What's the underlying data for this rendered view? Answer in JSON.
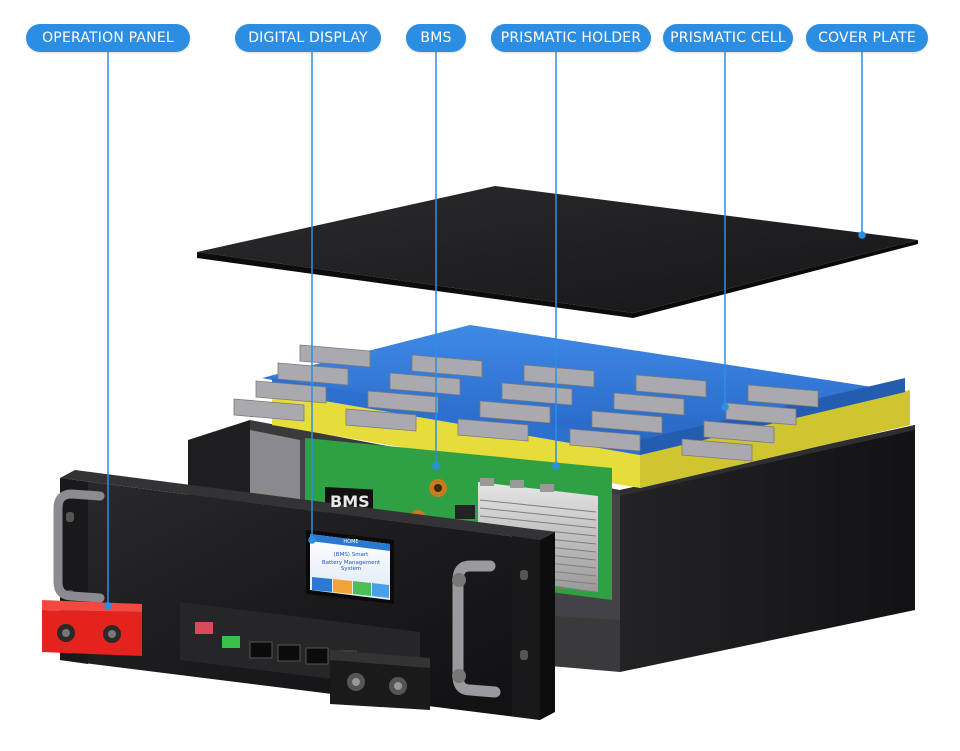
{
  "labels": [
    {
      "id": "operation-panel",
      "text": "OPERATION PANEL"
    },
    {
      "id": "digital-display",
      "text": "DIGITAL DISPLAY"
    },
    {
      "id": "bms",
      "text": "BMS"
    },
    {
      "id": "prismatic-holder",
      "text": "PRISMATIC HOLDER"
    },
    {
      "id": "prismatic-cell",
      "text": "PRISMATIC CELL"
    },
    {
      "id": "cover-plate",
      "text": "COVER PLATE"
    }
  ],
  "chip_label": "BMS",
  "screen": {
    "title": "HOME",
    "line1": "(BMS) Smart",
    "line2": "Battery Management System"
  },
  "colors": {
    "accent": "#2c8ee3",
    "cell_blue": "#2f78d6",
    "holder_yellow": "#e6dc3a",
    "pcb_green": "#2fa043",
    "chassis": "#1c1c1e",
    "terminal_red": "#e4231e"
  }
}
